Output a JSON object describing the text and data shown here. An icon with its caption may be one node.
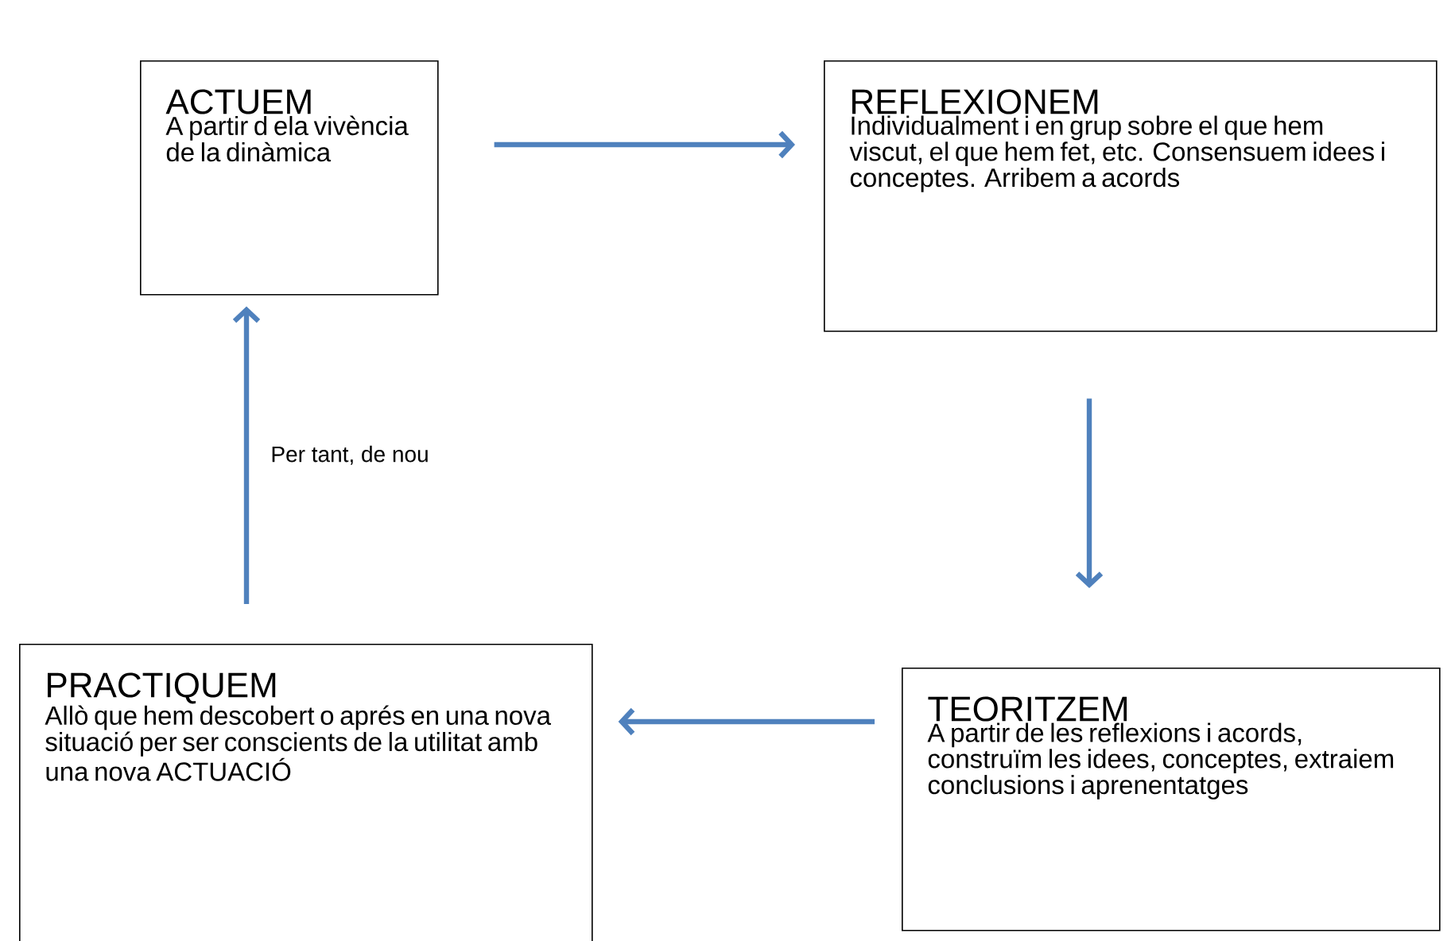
{
  "diagram": {
    "nodes": [
      {
        "text": [
          "ACTUEM",
          "A partir d ela vivència de la dinàmica"
        ]
      },
      {
        "text": [
          "REFLEXIONEM",
          "Individualment i en grup sobre el que hem viscut, el que hem fet, etc. Consensuem idees i conceptes. Arribem a acords"
        ]
      },
      {
        "text": [
          "PRACTIQUEM",
          "Allò que hem descobert o aprés en una nova situació per ser conscients de la utilitat amb una nova ACTUACIÓ"
        ]
      },
      {
        "text": [
          "TEORITZEM",
          "A partir de les reflexions i acords, construïm les idees, conceptes, extraiem conclusions i aprenentatges"
        ]
      }
    ],
    "edges": [
      {
        "from": 0,
        "to": 1,
        "arrow": "to"
      },
      {
        "from": 1,
        "to": 3,
        "arrow": "to"
      },
      {
        "from": 3,
        "to": 2,
        "arrow": "to"
      },
      {
        "from": 2,
        "to": 0,
        "arrow": "to",
        "label": "Per tant, de nou"
      }
    ]
  }
}
